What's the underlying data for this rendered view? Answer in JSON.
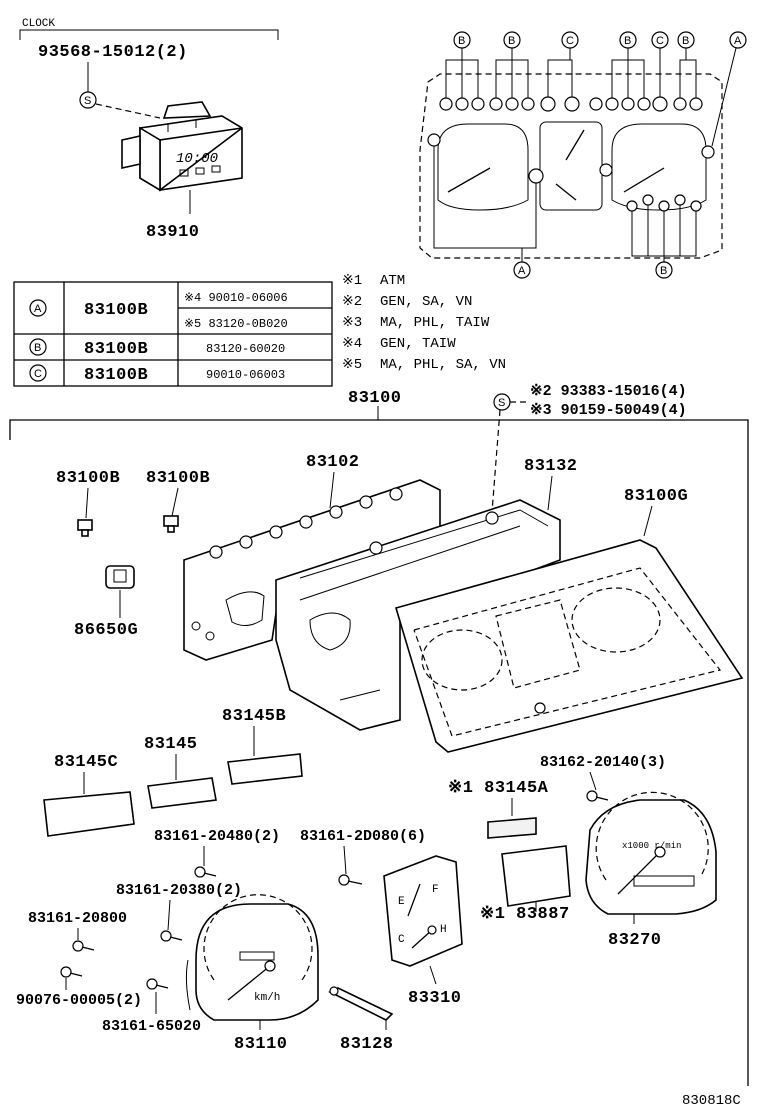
{
  "header": {
    "clock_label": "CLOCK",
    "figure_code": "830818C"
  },
  "clock": {
    "screw_part": "93568-15012(2)",
    "screw_marker": "S",
    "display": "10:00",
    "part": "83910"
  },
  "bulb_callouts": {
    "A": "A",
    "B": "B",
    "C": "C"
  },
  "legend_table": {
    "rows": [
      {
        "symbol": "A",
        "part": "83100B",
        "subs": [
          "※4 90010-06006",
          "※5 83120-0B020"
        ]
      },
      {
        "symbol": "B",
        "part": "83100B",
        "subs": [
          "83120-60020"
        ]
      },
      {
        "symbol": "C",
        "part": "83100B",
        "subs": [
          "90010-06003"
        ]
      }
    ]
  },
  "notes": [
    {
      "mark": "※1",
      "text": "ATM"
    },
    {
      "mark": "※2",
      "text": "GEN, SA, VN"
    },
    {
      "mark": "※3",
      "text": "MA, PHL, TAIW"
    },
    {
      "mark": "※4",
      "text": "GEN, TAIW"
    },
    {
      "mark": "※5",
      "text": "MA, PHL, SA, VN"
    }
  ],
  "screw_parts": {
    "marker": "S",
    "line1": "※2 93383-15016(4)",
    "line2": "※3 90159-50049(4)"
  },
  "assembly": {
    "main": "83100"
  },
  "parts": {
    "p83100B_a": "83100B",
    "p83100B_b": "83100B",
    "p86650G": "86650G",
    "p83102": "83102",
    "p83132": "83132",
    "p83100G": "83100G",
    "p83145C": "83145C",
    "p83145": "83145",
    "p83145B": "83145B",
    "p83162": "83162-20140(3)",
    "p83145A": "※1 83145A",
    "p83161_20480": "83161-20480(2)",
    "p83161_2D080": "83161-2D080(6)",
    "p83161_20380": "83161-20380(2)",
    "p83161_20800": "83161-20800",
    "p90076": "90076-00005(2)",
    "p83161_65020": "83161-65020",
    "p83110": "83110",
    "p83128": "83128",
    "p83310": "83310",
    "p83887": "※1 83887",
    "p83270": "83270"
  },
  "gauge_text": {
    "speedo_unit": "km/h",
    "tacho_label": "x1000 r/min",
    "fuel_e": "E",
    "fuel_f": "F",
    "temp_c": "C",
    "temp_h": "H"
  }
}
